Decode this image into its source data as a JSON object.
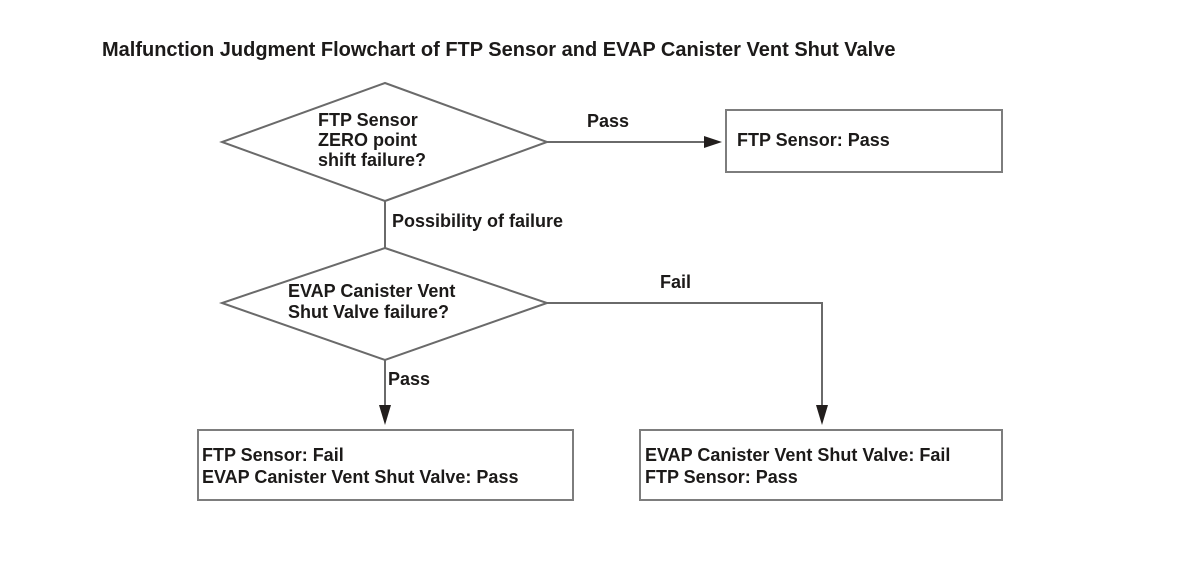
{
  "title": "Malfunction Judgment Flowchart of FTP Sensor and EVAP Canister Vent Shut Valve",
  "flowchart": {
    "decision_ftp_zero": {
      "line1": "FTP Sensor",
      "line2": "ZERO point",
      "line3": "shift failure?"
    },
    "decision_evap_valve": {
      "line1": "EVAP Canister Vent",
      "line2": "Shut Valve failure?"
    },
    "labels": {
      "pass_top": "Pass",
      "possibility_of_failure": "Possibility of failure",
      "fail": "Fail",
      "pass_bottom": "Pass"
    },
    "result_ftp_pass": {
      "line1": "FTP Sensor: Pass"
    },
    "result_ftp_fail_evap_pass": {
      "line1": "FTP Sensor: Fail",
      "line2": "EVAP Canister Vent Shut Valve: Pass"
    },
    "result_evap_fail_ftp_pass": {
      "line1": "EVAP Canister Vent Shut Valve: Fail",
      "line2": "FTP Sensor: Pass"
    }
  },
  "colors": {
    "line-gray": "#6a6a6a",
    "box-border-gray": "#7d7d7d",
    "arrow-black": "#221e1d",
    "text-black": "#1c1a19",
    "bg": "#ffffff"
  }
}
